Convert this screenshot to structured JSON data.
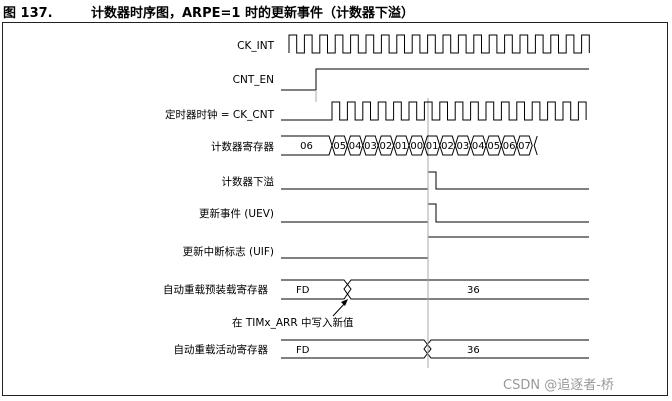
{
  "figure": {
    "number": "图 137.",
    "title": "计数器时序图，ARPE=1 时的更新事件（计数器下溢）"
  },
  "signals": {
    "ck_int": "CK_INT",
    "cnt_en": "CNT_EN",
    "ck_cnt": "定时器时钟 = CK_CNT",
    "counter_register": "计数器寄存器",
    "underflow": "计数器下溢",
    "uev": "更新事件 (UEV)",
    "uif": "更新中断标志 (UIF)",
    "preload_register": "自动重载预装载寄存器",
    "shadow_register": "自动重载活动寄存器"
  },
  "counter_values": [
    "06",
    "05",
    "04",
    "03",
    "02",
    "01",
    "00",
    "01",
    "02",
    "03",
    "04",
    "05",
    "06",
    "07"
  ],
  "preload_values": {
    "before": "FD",
    "after": "36"
  },
  "shadow_values": {
    "before": "FD",
    "after": "36"
  },
  "annotation": "在 TIMx_ARR 中写入新值",
  "watermark": "CSDN @追逐者-桥"
}
